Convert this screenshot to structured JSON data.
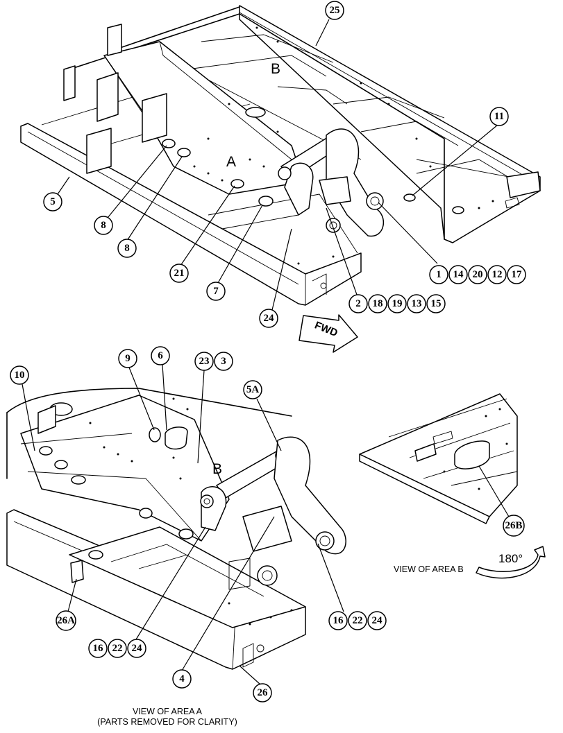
{
  "top_view": {
    "area_labels": [
      "B",
      "A"
    ],
    "callouts": [
      "25",
      "11",
      "5",
      "8",
      "8",
      "21",
      "7",
      "24",
      "1",
      "14",
      "20",
      "12",
      "17",
      "2",
      "18",
      "19",
      "13",
      "15"
    ],
    "fwd_label": "FWD"
  },
  "area_a_view": {
    "area_label": "B",
    "callouts": [
      "10",
      "9",
      "6",
      "23",
      "3",
      "5A",
      "26A",
      "16",
      "22",
      "24",
      "4",
      "26",
      "16",
      "22",
      "24"
    ],
    "caption_line1": "VIEW OF AREA  A",
    "caption_line2": "(PARTS REMOVED FOR CLARITY)"
  },
  "area_b_view": {
    "callouts": [
      "26B"
    ],
    "caption": "VIEW OF AREA  B",
    "rotation": "180°"
  }
}
